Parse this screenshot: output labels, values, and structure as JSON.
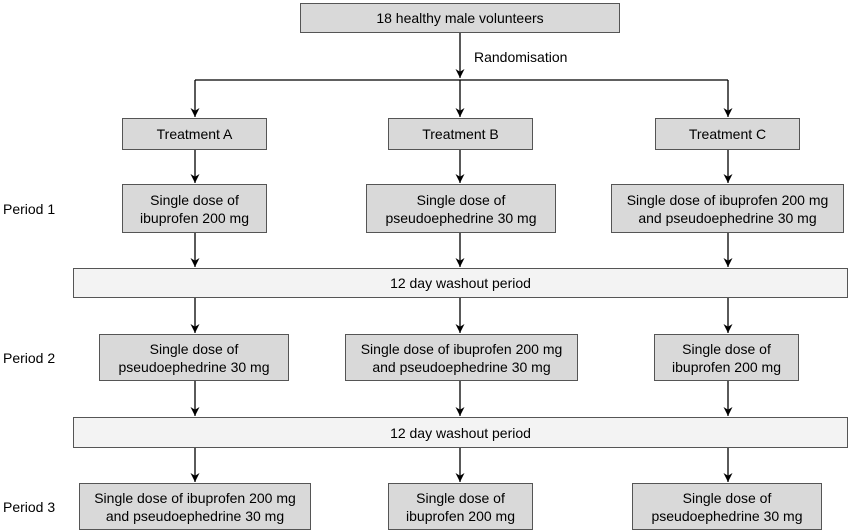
{
  "top_box": "18 healthy male volunteers",
  "randomisation": "Randomisation",
  "treatments": [
    "Treatment A",
    "Treatment B",
    "Treatment C"
  ],
  "periods": [
    "Period 1",
    "Period 2",
    "Period 3"
  ],
  "washout": [
    "12 day washout period",
    "12 day washout period"
  ],
  "period1": [
    [
      "Single dose of",
      "ibuprofen 200 mg"
    ],
    [
      "Single dose of",
      "pseudoephedrine 30 mg"
    ],
    [
      "Single dose of ibuprofen 200 mg",
      "and pseudoephedrine 30 mg"
    ]
  ],
  "period2": [
    [
      "Single dose of",
      "pseudoephedrine 30 mg"
    ],
    [
      "Single dose of ibuprofen 200 mg",
      "and pseudoephedrine 30 mg"
    ],
    [
      "Single dose of",
      "ibuprofen 200 mg"
    ]
  ],
  "period3": [
    [
      "Single dose of ibuprofen 200 mg",
      "and pseudoephedrine 30 mg"
    ],
    [
      "Single dose of",
      "ibuprofen 200 mg"
    ],
    [
      "Single dose of",
      "pseudoephedrine 30 mg"
    ]
  ],
  "colors": {
    "box_fill": "#d9d9d9",
    "washout_fill": "#f3f3f3",
    "stroke": "#555555"
  }
}
